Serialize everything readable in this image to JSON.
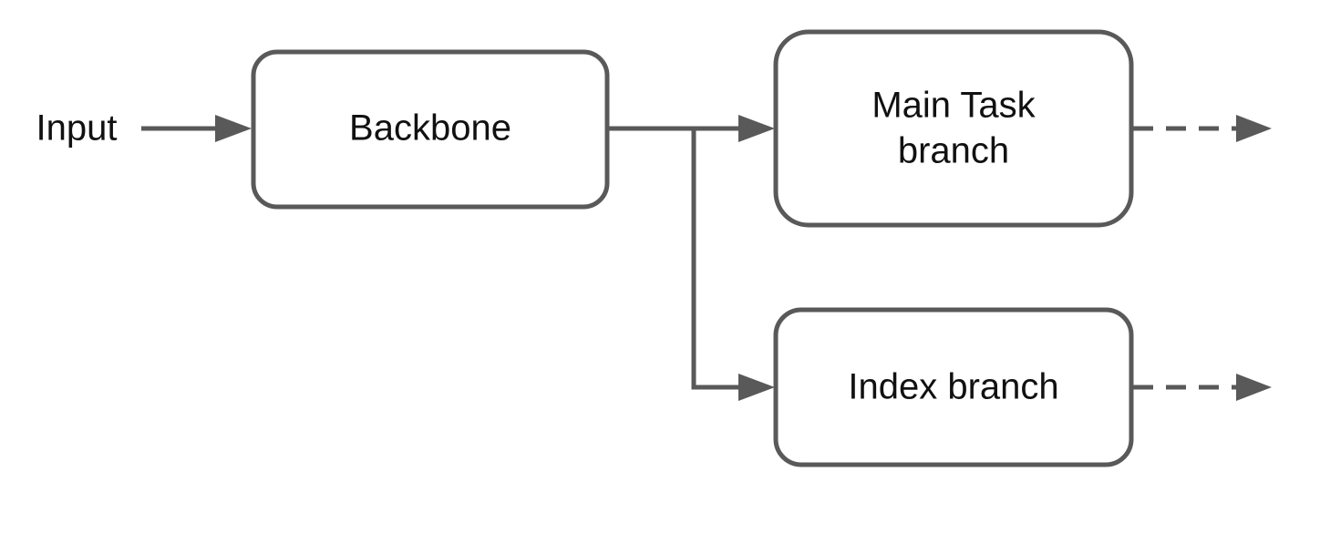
{
  "diagram": {
    "input_label": "Input",
    "nodes": {
      "backbone": "Backbone",
      "main_task_line1": "Main Task",
      "main_task_line2": "branch",
      "index": "Index branch"
    }
  },
  "colors": {
    "stroke": "#595959",
    "text": "#111111",
    "background": "#ffffff"
  }
}
